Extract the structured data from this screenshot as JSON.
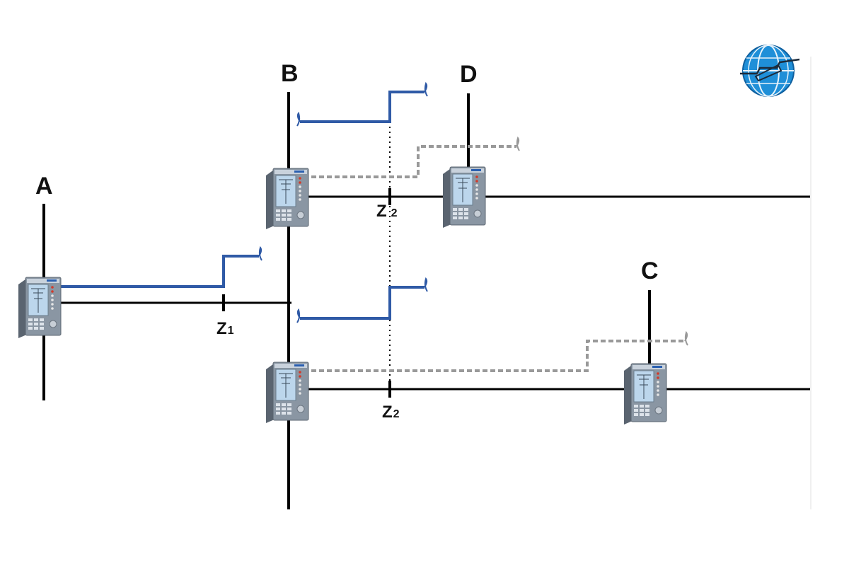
{
  "colors": {
    "line": "#000000",
    "zone_step": "#2f5aa6",
    "remote_step": "#999999",
    "relay_body": "#7b8794",
    "relay_screen": "#b9d4ea",
    "logo_blue": "#1f8fd8"
  },
  "buses": {
    "a": "A",
    "b": "B",
    "c": "C",
    "d": "D"
  },
  "zones": {
    "z1": {
      "letter": "Z",
      "sub": "1"
    },
    "z2_upper": {
      "letter": "Z",
      "sub": "2"
    },
    "z2_lower": {
      "letter": "Z",
      "sub": "2"
    }
  },
  "icons": {
    "relay": "protection-relay-icon",
    "logo": "globe-logo-icon"
  }
}
